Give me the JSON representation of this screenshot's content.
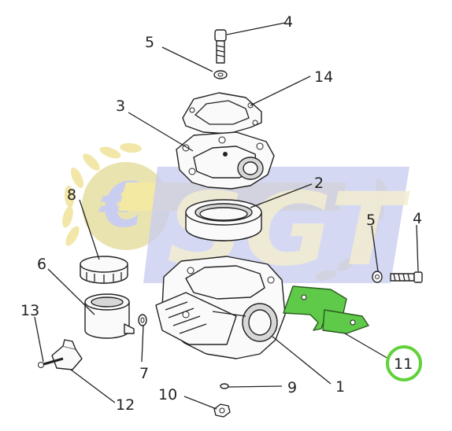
{
  "watermark": {
    "text": "SGT",
    "euro_symbol": "€",
    "yellow": "#f3e9a3",
    "blue": "#c9cdf0",
    "wreath": "#f2e7a8"
  },
  "highlight": {
    "part_color": "#5fc94a",
    "circle_color": "#63d13b"
  },
  "callouts": {
    "c1": "1",
    "c2": "2",
    "c3": "3",
    "c4_top": "4",
    "c4_right": "4",
    "c5_top": "5",
    "c5_right": "5",
    "c6": "6",
    "c7": "7",
    "c8": "8",
    "c9": "9",
    "c10": "10",
    "c11": "11",
    "c12": "12",
    "c13": "13",
    "c14": "14"
  }
}
